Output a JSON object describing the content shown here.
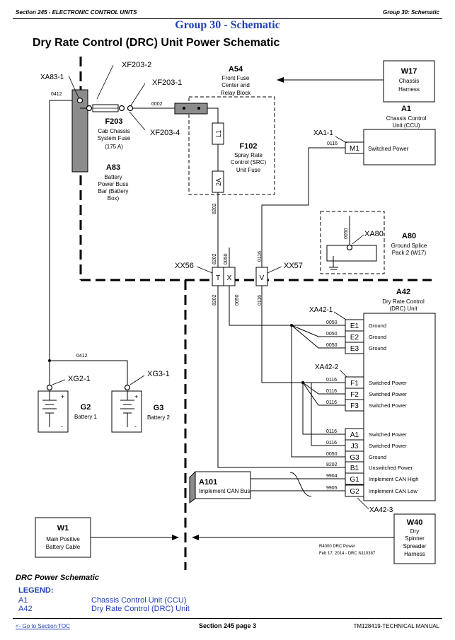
{
  "header": {
    "section": "Section 245 - ELECTRONIC CONTROL UNITS",
    "group": "Group 30: Schematic"
  },
  "group_title": "Group 30 - Schematic",
  "diagram_title": "Dry Rate Control (DRC) Unit Power Schematic",
  "labels": {
    "xa83_1": "XA83-1",
    "xf203_2": "XF203-2",
    "xf203_1": "XF203-1",
    "xf203_4": "XF203-4",
    "f203": "F203",
    "f203_d1": "Cab Chassis",
    "f203_d2": "System Fuse",
    "f203_d3": "(175 A)",
    "a83": "A83",
    "a83_d1": "Battery",
    "a83_d2": "Power Buss",
    "a83_d3": "Bar (Battery",
    "a83_d4": "Box)",
    "a54": "A54",
    "a54_d1": "Front Fuse",
    "a54_d2": "Center and",
    "a54_d3": "Relay Block",
    "f102": "F102",
    "f102_d1": "Spray Rate",
    "f102_d2": "Control (SRC)",
    "f102_d3": "Unit Fuse",
    "f102_l1": "L1",
    "f102_2a": "2A",
    "w17": "W17",
    "w17_d1": "Chassis",
    "w17_d2": "Harness",
    "a1": "A1",
    "a1_d1": "Chassis Control",
    "a1_d2": "Unit (CCU)",
    "xa1_1": "XA1-1",
    "a1_m1": "M1",
    "a1_m1_desc": "Switched Power",
    "xa80": "XA80",
    "a80": "A80",
    "a80_d1": "Ground Splice",
    "a80_d2": "Pack 2 (W17)",
    "xx56": "XX56",
    "xx57": "XX57",
    "xx56_t": "T",
    "xx56_x": "X",
    "xx57_v": "V",
    "a42": "A42",
    "a42_d1": "Dry Rate Control",
    "a42_d2": "(DRC) Unit",
    "xa42_1": "XA42-1",
    "xa42_2": "XA42-2",
    "xa42_3": "XA42-3",
    "xg2_1": "XG2-1",
    "xg3_1": "XG3-1",
    "g2": "G2",
    "g2_d": "Battery 1",
    "g3": "G3",
    "g3_d": "Battery 2",
    "a101": "A101",
    "a101_d": "Implement CAN Bus",
    "w1": "W1",
    "w1_d1": "Main Positive",
    "w1_d2": "Battery Cable",
    "w40": "W40",
    "w40_d1": "Dry",
    "w40_d2": "Spinner",
    "w40_d3": "Spreader",
    "w40_d4": "Harness",
    "note1": "R4000 DRC Power",
    "note2": "Feb 17, 2014 - DRC N110387",
    "plus": "+",
    "minus": "-"
  },
  "wires": {
    "w0412": "0412",
    "w0002": "0002",
    "w0116": "0116",
    "w8202": "8202",
    "w0050": "0050",
    "w9904": "9904",
    "w9905": "9905"
  },
  "a42_pins": [
    {
      "pin": "E1",
      "wire": "0050",
      "desc": "Ground"
    },
    {
      "pin": "E2",
      "wire": "0050",
      "desc": "Ground"
    },
    {
      "pin": "E3",
      "wire": "0050",
      "desc": "Ground"
    },
    {
      "pin": "F1",
      "wire": "0116",
      "desc": "Switched Power"
    },
    {
      "pin": "F2",
      "wire": "0116",
      "desc": "Switched Power"
    },
    {
      "pin": "F3",
      "wire": "0116",
      "desc": "Switched Power"
    },
    {
      "pin": "A1",
      "wire": "0116",
      "desc": "Switched Power"
    },
    {
      "pin": "J3",
      "wire": "0116",
      "desc": "Switched Power"
    },
    {
      "pin": "G3",
      "wire": "0050",
      "desc": "Ground"
    },
    {
      "pin": "B1",
      "wire": "8202",
      "desc": "Unswitched Power"
    },
    {
      "pin": "G1",
      "wire": "9904",
      "desc": "Implement CAN High"
    },
    {
      "pin": "G2",
      "wire": "9905",
      "desc": "Implement CAN Low"
    }
  ],
  "caption": "DRC Power Schematic",
  "legend": {
    "heading": "LEGEND:",
    "items": [
      {
        "code": "A1",
        "desc": "Chassis Control Unit (CCU)"
      },
      {
        "code": "A42",
        "desc": "Dry Rate Control (DRC) Unit"
      }
    ]
  },
  "footer": {
    "toc_link": "<- Go to Section TOC",
    "page": "Section 245 page 3",
    "manual": "TM128419-TECHNICAL MANUAL"
  },
  "colors": {
    "title_blue": "#1f3fb6",
    "component_gray": "#8c8c8c",
    "line": "#000000"
  }
}
